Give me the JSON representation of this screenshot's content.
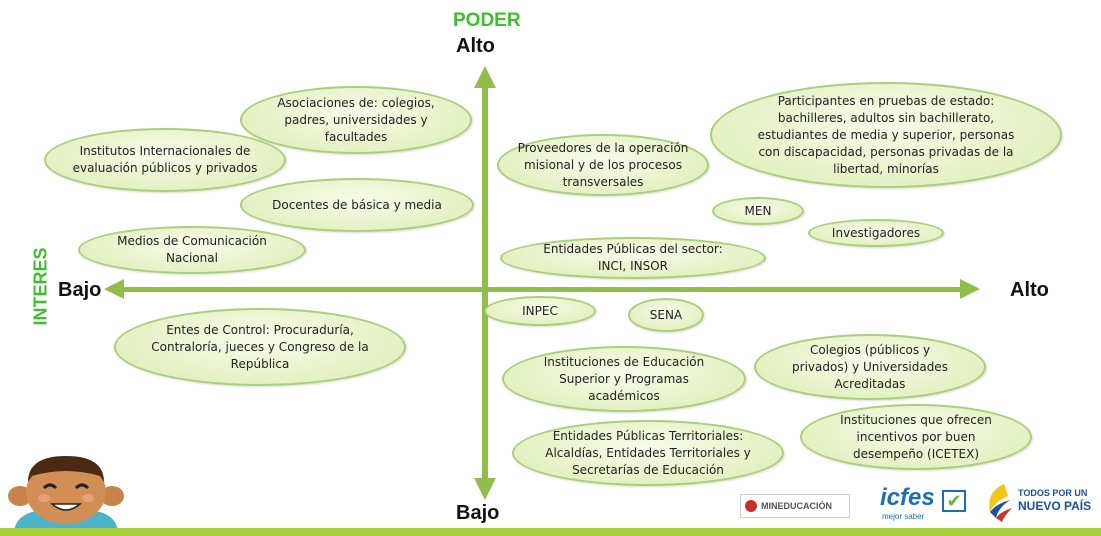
{
  "axes": {
    "y_title": "PODER",
    "x_title": "INTERES",
    "top_label": "Alto",
    "bottom_label": "Bajo",
    "left_label": "Bajo",
    "right_label": "Alto"
  },
  "stakeholders": {
    "asociaciones": "Asociaciones de: colegios, padres, universidades y facultades",
    "institutos": "Institutos Internacionales de evaluación públicos y privados",
    "docentes": "Docentes de básica y media",
    "medios": "Medios de Comunicación Nacional",
    "proveedores": "Proveedores de la operación misional y de los procesos transversales",
    "participantes": "Participantes en pruebas de estado: bachilleres, adultos sin bachillerato, estudiantes de media y superior, personas con discapacidad, personas privadas de la libertad, minorías",
    "men": "MEN",
    "investigadores": "Investigadores",
    "entidades_sector": "Entidades Públicas del sector: INCI, INSOR",
    "inpec": "INPEC",
    "sena": "SENA",
    "entes_control": "Entes de Control: Procuraduría, Contraloría, jueces y Congreso de la República",
    "ies": "Instituciones de Educación Superior y Programas académicos",
    "colegios": "Colegios (públicos y privados) y Universidades Acreditadas",
    "territoriales": "Entidades Públicas Territoriales: Alcaldías, Entidades Territoriales y Secretarías de Educación",
    "incentivos": "Instituciones que ofrecen incentivos por buen desempeño (ICETEX)"
  },
  "logos": {
    "mineducacion": "MINEDUCACIÓN",
    "icfes": "icfes",
    "icfes_tagline": "mejor saber",
    "todos_line1": "TODOS POR UN",
    "todos_line2": "NUEVO PAÍS"
  },
  "colors": {
    "axis": "#8fbf4a",
    "ellipse_fill": "#e4f1c3",
    "ellipse_border": "#a9cf7a",
    "title_green": "#3bbf2a",
    "bottom_bar": "#a6cf3a"
  }
}
